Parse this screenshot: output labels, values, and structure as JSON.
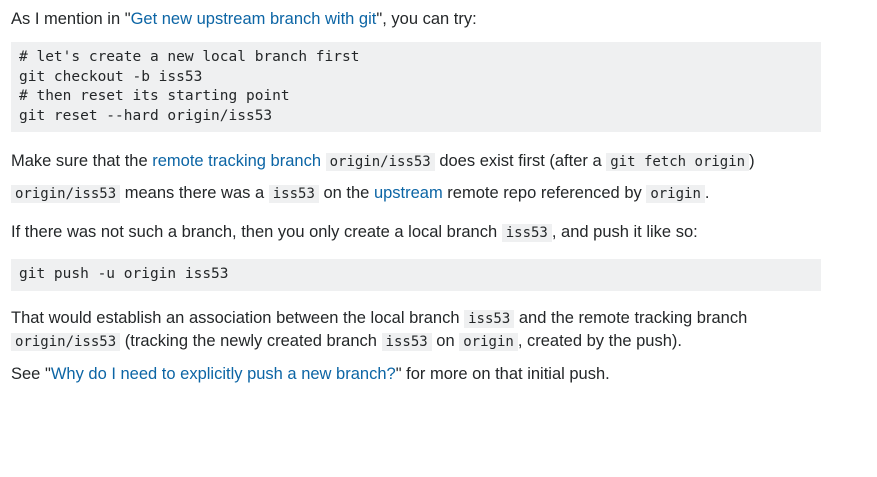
{
  "p1": {
    "prefix": "As I mention in \"",
    "link": "Get new upstream branch with git",
    "suffix": "\", you can try:"
  },
  "code_block_1": "# let's create a new local branch first\ngit checkout -b iss53\n# then reset its starting point\ngit reset --hard origin/iss53",
  "p2": {
    "t1": "Make sure that the ",
    "link": "remote tracking branch",
    "t2": " ",
    "code1": "origin/iss53",
    "t3": " does exist first (after a ",
    "code2": "git fetch origin",
    "t4": ")"
  },
  "p3": {
    "code1": "origin/iss53",
    "t1": " means there was a ",
    "code2": "iss53",
    "t2": " on the ",
    "link": "upstream",
    "t3": " remote repo referenced by ",
    "code3": "origin",
    "t4": "."
  },
  "p4": {
    "t1": "If there was not such a branch, then you only create a local branch ",
    "code1": "iss53",
    "t2": ", and push it like so:"
  },
  "code_block_2": "git push -u origin iss53",
  "p5": {
    "t1": "That would establish an association between the local branch ",
    "code1": "iss53",
    "t2": " and the remote tracking branch ",
    "code2": "origin/iss53",
    "t3": " (tracking the newly created branch ",
    "code3": "iss53",
    "t4": " on ",
    "code4": "origin",
    "t5": ", created by the push)."
  },
  "p6": {
    "prefix": "See \"",
    "link": "Why do I need to explicitly push a new branch?",
    "suffix": "\" for more on that initial push."
  }
}
